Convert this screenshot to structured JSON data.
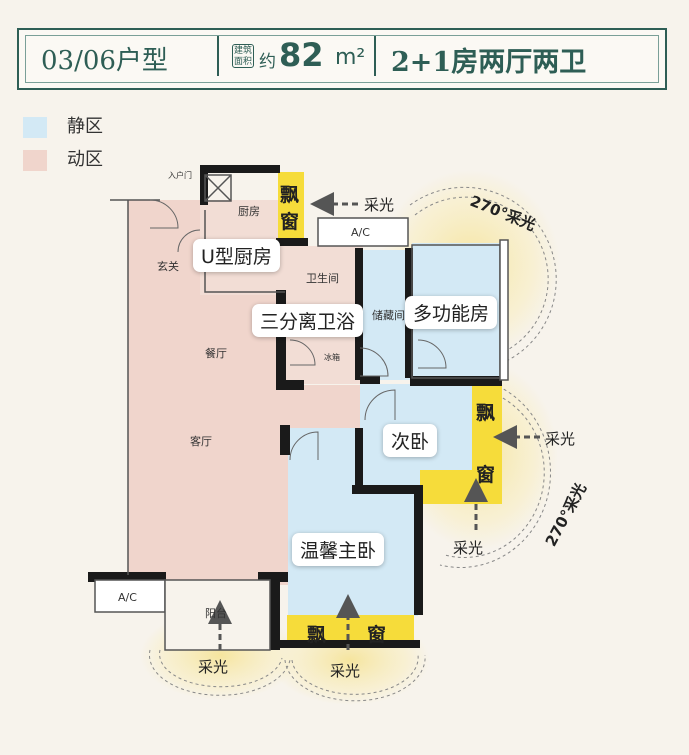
{
  "header": {
    "unit_type": "03/06户型",
    "badge_top": "建筑",
    "badge_bottom": "面积",
    "approx": "约",
    "area": "82",
    "area_unit": "m²",
    "layout": "2+1房两厅两卫"
  },
  "legend": [
    {
      "label": "静区",
      "color": "#d3e9f5"
    },
    {
      "label": "动区",
      "color": "#f0d5cc"
    }
  ],
  "rooms": {
    "kitchen": "厨房",
    "entrance": "玄关",
    "bathroom": "卫生间",
    "storage": "储藏间",
    "dining": "餐厅",
    "living": "客厅",
    "ac_top": "A/C",
    "ac_bottom": "A/C",
    "balcony": "阳台",
    "entry_door": "入户门",
    "fridge": "冰箱"
  },
  "highlights": {
    "u_kitchen": "U型厨房",
    "bath3": "三分离卫浴",
    "multi": "多功能房",
    "second_bed": "次卧",
    "master_bed": "温馨主卧"
  },
  "bay_window": {
    "kitchen_a": "飘",
    "kitchen_b": "窗",
    "second_a": "飘",
    "second_b": "窗",
    "master_a": "飘",
    "master_b": "窗"
  },
  "lighting": {
    "label": "采光",
    "arc_top": "270°采光",
    "arc_right": "270°采光"
  },
  "colors": {
    "quiet": "#d3e9f5",
    "active": "#f0d5cc",
    "bay": "#f6dc3a",
    "wall": "#1a1a1a",
    "glow": "#f8eec2"
  }
}
